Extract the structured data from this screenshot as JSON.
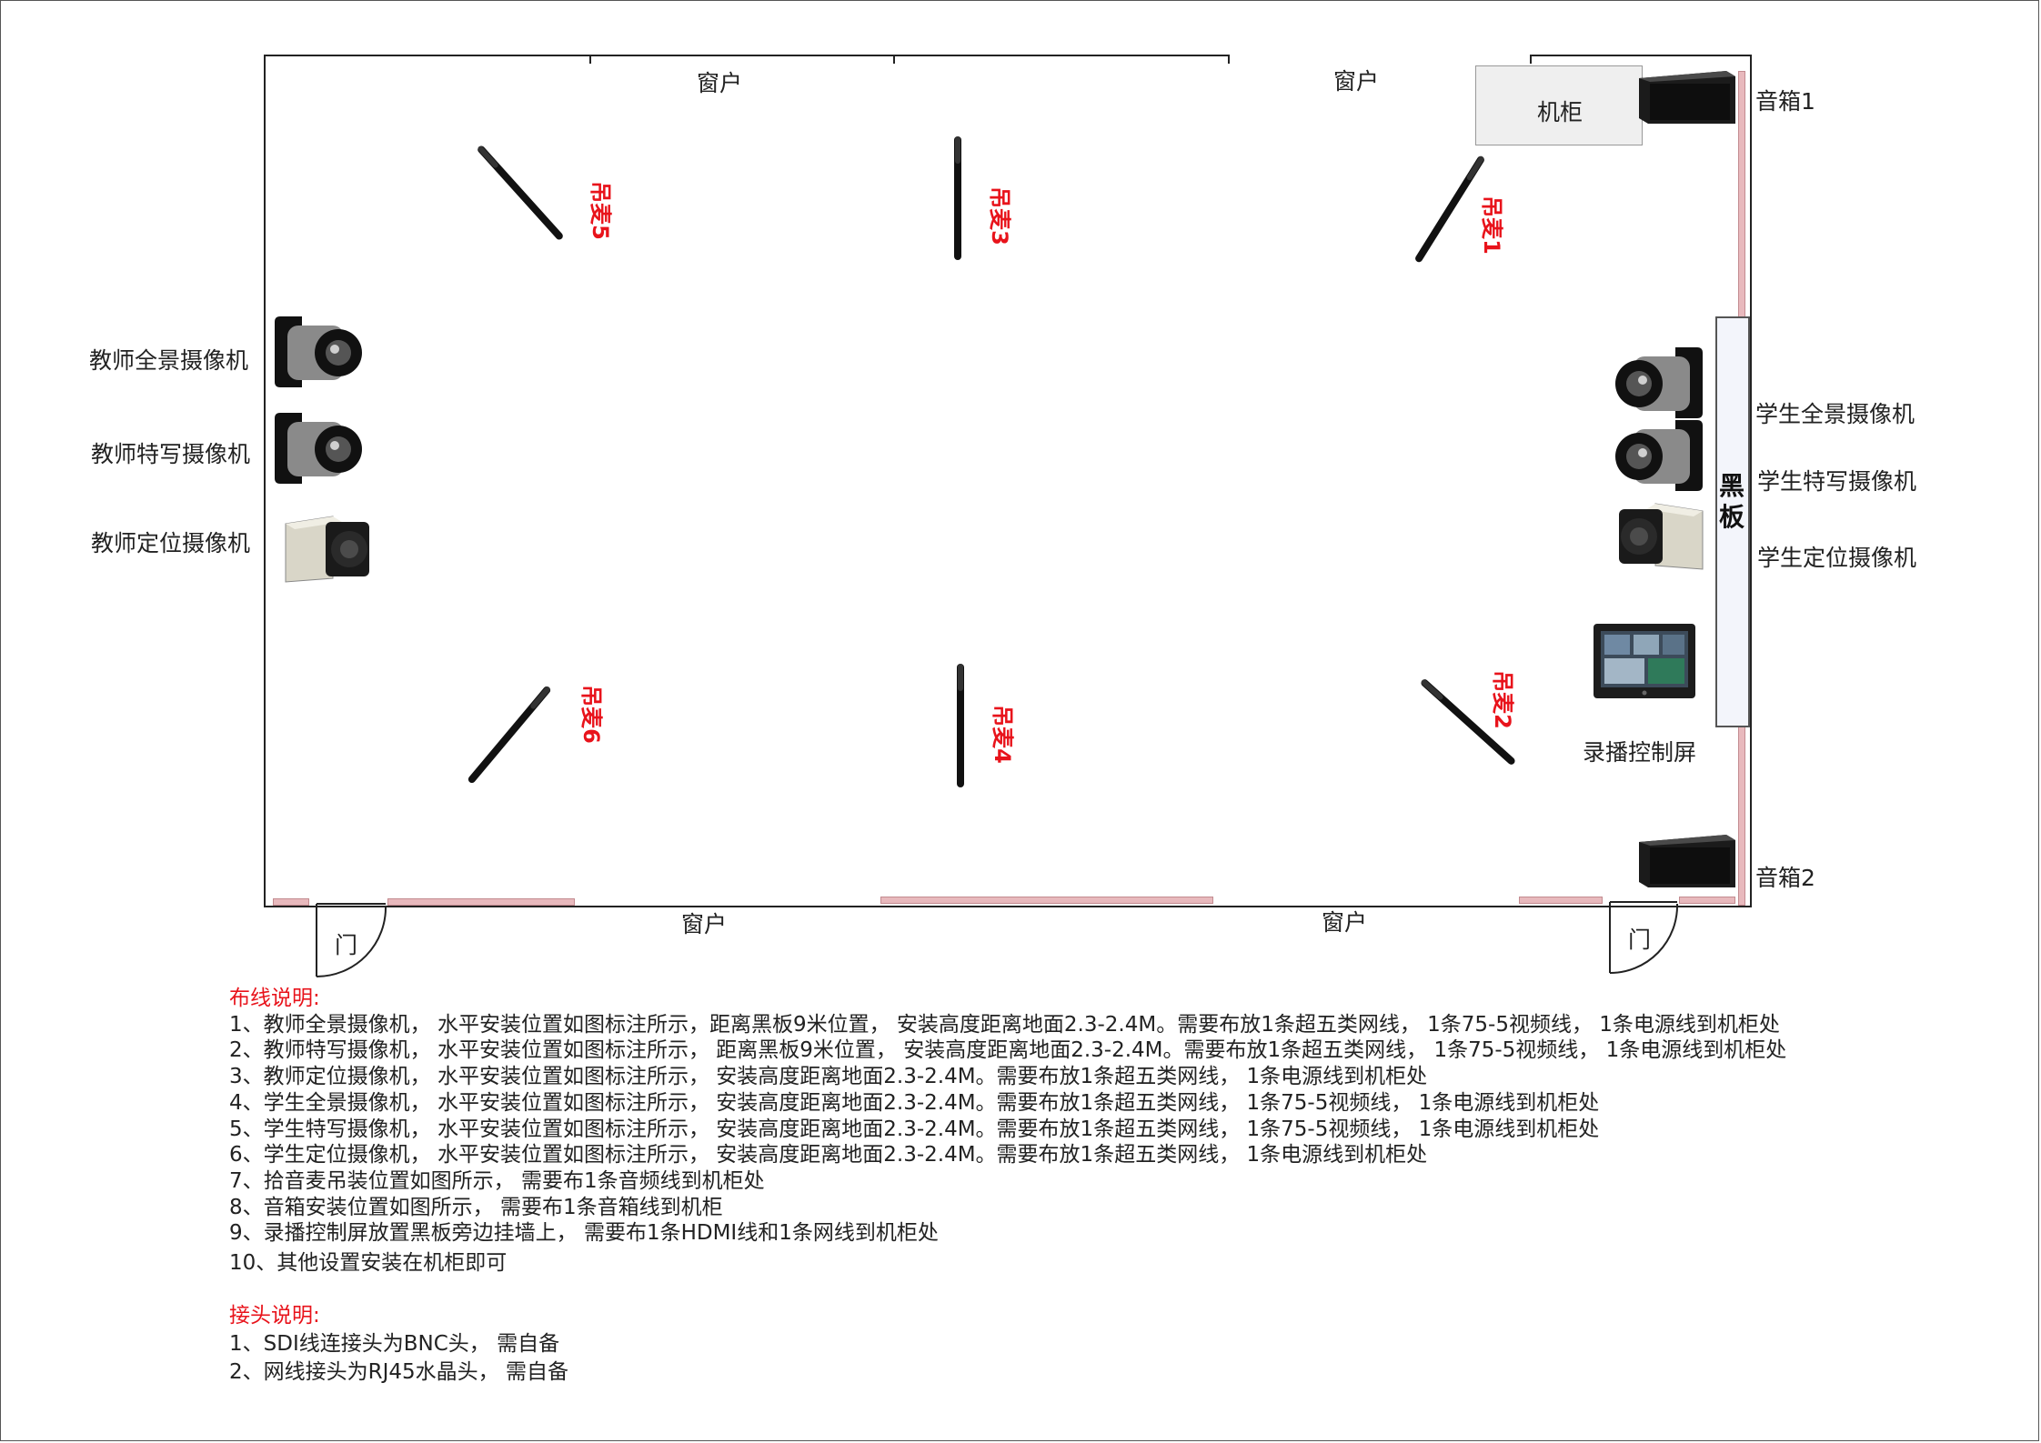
{
  "room": {
    "windows": [
      "窗户",
      "窗户",
      "窗户",
      "窗户"
    ],
    "doors": [
      "门",
      "门"
    ],
    "cabinet": "机柜",
    "blackboard": "黑板",
    "speakers": [
      "音箱1",
      "音箱2"
    ],
    "teacher_cameras": [
      "教师全景摄像机",
      "教师特写摄像机",
      "教师定位摄像机"
    ],
    "student_cameras": [
      "学生全景摄像机",
      "学生特写摄像机",
      "学生定位摄像机"
    ],
    "control_screen": "录播控制屏",
    "mics": [
      "吊麦1",
      "吊麦2",
      "吊麦3",
      "吊麦4",
      "吊麦5",
      "吊麦6"
    ]
  },
  "wiring": {
    "title": "布线说明:",
    "items": [
      "1、教师全景摄像机， 水平安装位置如图标注所示，距离黑板9米位置， 安装高度距离地面2.3-2.4M。需要布放1条超五类网线， 1条75-5视频线， 1条电源线到机柜处",
      "2、教师特写摄像机， 水平安装位置如图标注所示， 距离黑板9米位置， 安装高度距离地面2.3-2.4M。需要布放1条超五类网线， 1条75-5视频线， 1条电源线到机柜处",
      "3、教师定位摄像机， 水平安装位置如图标注所示， 安装高度距离地面2.3-2.4M。需要布放1条超五类网线， 1条电源线到机柜处",
      "4、学生全景摄像机， 水平安装位置如图标注所示， 安装高度距离地面2.3-2.4M。需要布放1条超五类网线， 1条75-5视频线， 1条电源线到机柜处",
      "5、学生特写摄像机， 水平安装位置如图标注所示， 安装高度距离地面2.3-2.4M。需要布放1条超五类网线， 1条75-5视频线， 1条电源线到机柜处",
      "6、学生定位摄像机， 水平安装位置如图标注所示， 安装高度距离地面2.3-2.4M。需要布放1条超五类网线， 1条电源线到机柜处",
      "7、拾音麦吊装位置如图所示， 需要布1条音频线到机柜处",
      "8、音箱安装位置如图所示， 需要布1条音箱线到机柜",
      "9、录播控制屏放置黑板旁边挂墙上， 需要布1条HDMI线和1条网线到机柜处",
      "10、其他设置安装在机柜即可"
    ]
  },
  "connectors": {
    "title": "接头说明:",
    "items": [
      "1、SDI线连接头为BNC头， 需自备",
      "2、网线接头为RJ45水晶头， 需自备"
    ]
  },
  "colors": {
    "accent_red": "#e8131b",
    "wall_pink": "#e8b9bd",
    "cabinet_gray": "#efefef"
  },
  "icons": [
    "ptz-camera-icon",
    "box-camera-icon",
    "hanging-mic-icon",
    "speaker-icon",
    "touch-screen-icon",
    "door-swing-icon"
  ]
}
